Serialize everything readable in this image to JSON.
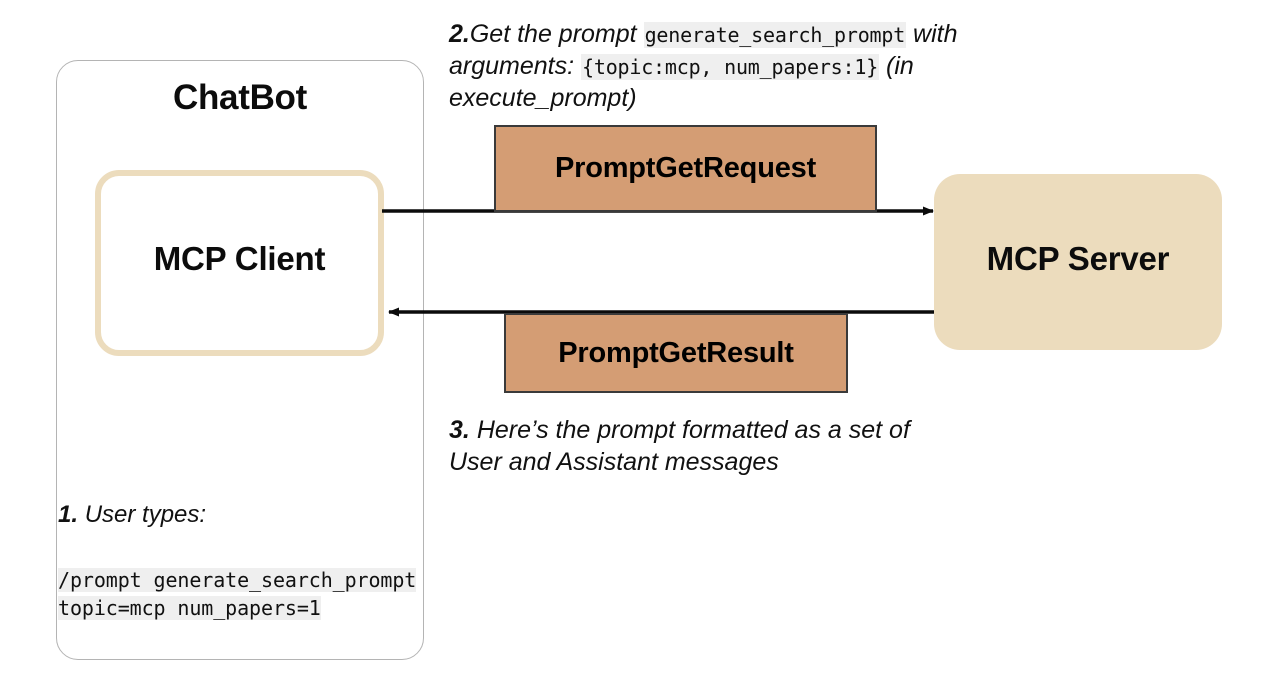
{
  "diagram": {
    "title": "MCP prompt get request/result flow",
    "colors": {
      "message_box_fill": "#d49d74",
      "message_box_border": "#3a3a3a",
      "server_fill": "#ecdcbd",
      "client_border": "#ecdcbd",
      "container_border": "#b4b4b4",
      "code_background": "#efefef",
      "text": "#111111"
    }
  },
  "chatbot": {
    "title": "ChatBot",
    "client": {
      "label": "MCP Client"
    }
  },
  "server": {
    "label": "MCP Server"
  },
  "messages": {
    "request": {
      "label": "PromptGetRequest"
    },
    "result": {
      "label": "PromptGetResult"
    }
  },
  "arrows": [
    {
      "name": "request-arrow",
      "direction": "left-to-right",
      "from": "MCP Client",
      "to": "MCP Server"
    },
    {
      "name": "result-arrow",
      "direction": "right-to-left",
      "from": "MCP Server",
      "to": "MCP Client"
    }
  ],
  "notes": {
    "step1": {
      "number": "1.",
      "text": "User types:"
    },
    "step2": {
      "number": "2.",
      "part1": "Get the prompt ",
      "code1": "generate_search_prompt",
      "part2": " with arguments: ",
      "code2": "{topic:mcp, num_papers:1}",
      "part3": " (in execute_prompt)"
    },
    "step3": {
      "number": "3.",
      "text": "Here’s the prompt formatted as a set of User and Assistant messages"
    }
  },
  "code_block": {
    "line1": "/prompt generate_search_prompt",
    "line2": "topic=mcp num_papers=1"
  }
}
